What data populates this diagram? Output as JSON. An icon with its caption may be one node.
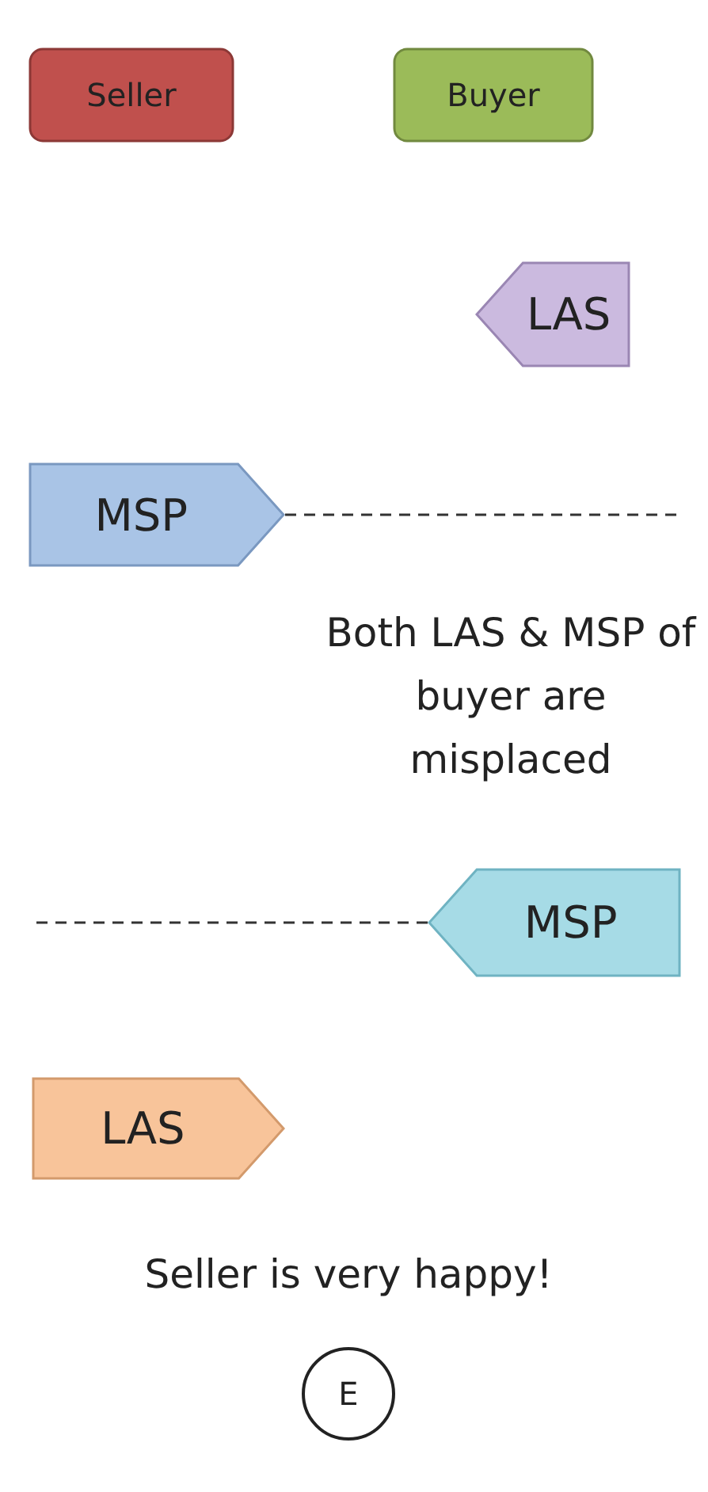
{
  "diagram": {
    "nodes": [
      {
        "text": [
          "Seller"
        ]
      },
      {
        "text": [
          "Buyer"
        ]
      },
      {
        "text": [
          "LAS"
        ]
      },
      {
        "text": [
          "MSP"
        ]
      },
      {
        "text": [
          "MSP"
        ]
      },
      {
        "text": [
          "LAS"
        ]
      },
      {
        "text": [
          "E"
        ]
      }
    ],
    "edges": [
      {
        "from": 3,
        "to": null,
        "arrow": "none",
        "style": "dashed"
      },
      {
        "from": 4,
        "to": null,
        "arrow": "none",
        "style": "dashed"
      }
    ],
    "labels": [
      "Both LAS & MSP of buyer are misplaced",
      "Seller is very happy!"
    ]
  }
}
